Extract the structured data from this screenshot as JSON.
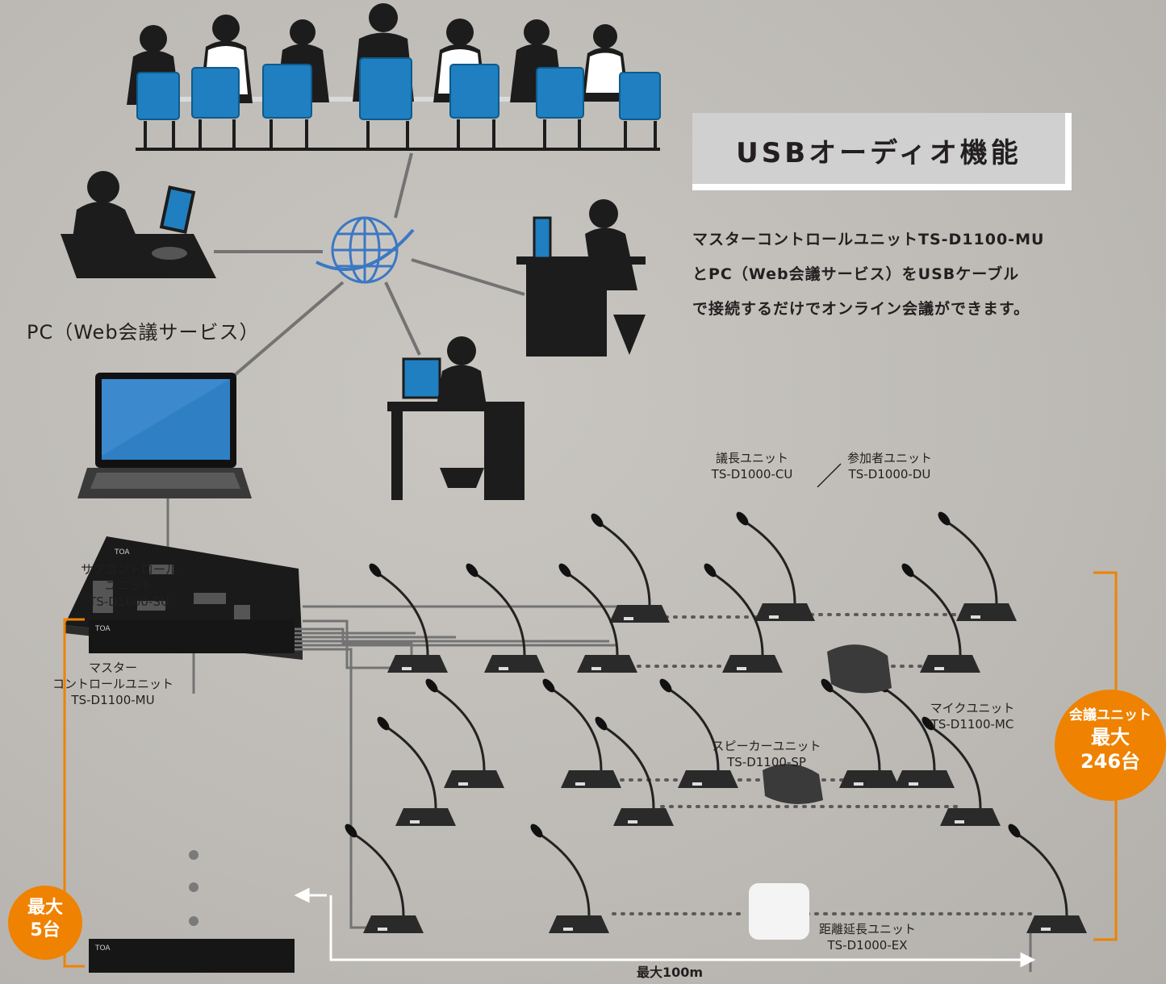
{
  "title": "USBオーディオ機能",
  "description": [
    "マスターコントロールユニットTS-D1100-MU",
    "とPC（Web会議サービス）をUSBケーブル",
    "で接続するだけでオンライン会議ができます。"
  ],
  "pc_label": "PC（Web会議サービス）",
  "chair_unit": {
    "name": "議長ユニット",
    "model": "TS-D1000-CU"
  },
  "delegate_unit": {
    "name": "参加者ユニット",
    "model": "TS-D1000-DU"
  },
  "master_unit": {
    "line1": "マスター",
    "line2": "コントロールユニット",
    "model": "TS-D1100-MU"
  },
  "sub_unit": {
    "line1": "サブコントロール",
    "line2": "ユニット",
    "model": "TS-D1000-SU"
  },
  "mic_unit": {
    "name": "マイクユニット",
    "model": "TS-D1100-MC"
  },
  "speaker_unit": {
    "name": "スピーカーユニット",
    "model": "TS-D1100-SP"
  },
  "extension_unit": {
    "name": "距離延長ユニット",
    "model": "TS-D1000-EX"
  },
  "distance": "最大100m",
  "badge_sub": {
    "line1": "最大",
    "line2": "5台"
  },
  "badge_units": {
    "line1": "会議ユニット",
    "line2": "最大",
    "line3": "246台"
  },
  "device_brand": "TOA",
  "colors": {
    "accent": "#ef8200",
    "chair_blue": "#1f7fc0",
    "globe_blue": "#3b78c4",
    "silhouette": "#1c1c1c"
  }
}
